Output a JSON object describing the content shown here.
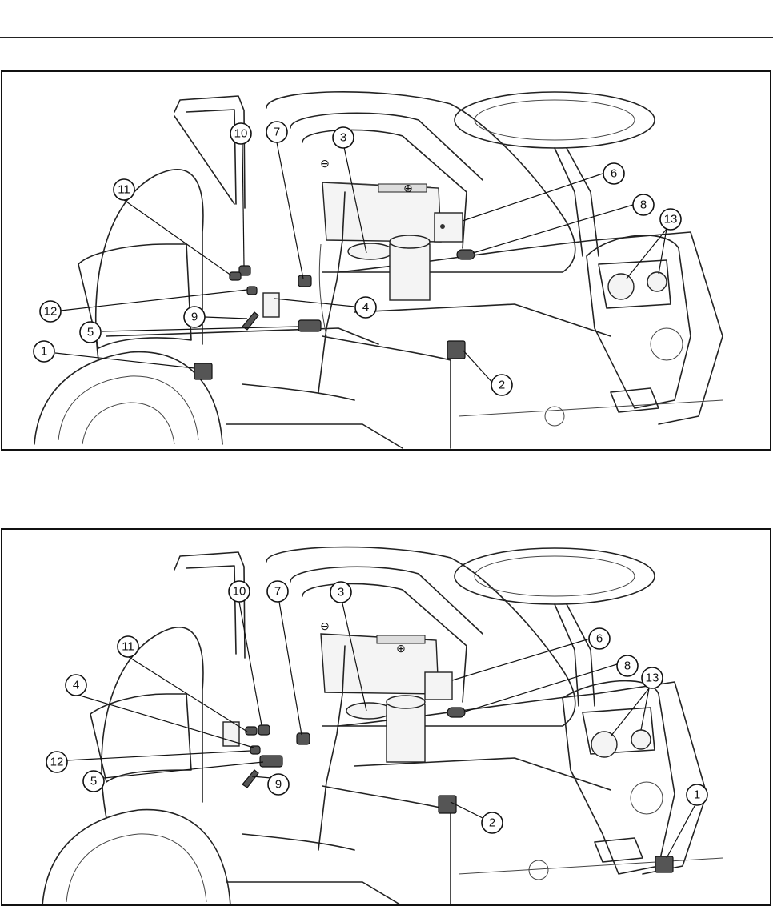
{
  "figures": [
    {
      "callouts": [
        "1",
        "2",
        "3",
        "4",
        "5",
        "6",
        "7",
        "8",
        "9",
        "10",
        "11",
        "12",
        "13"
      ],
      "terminals": {
        "negative": "⊖",
        "positive": "⊕"
      }
    },
    {
      "callouts": [
        "1",
        "2",
        "3",
        "4",
        "5",
        "6",
        "7",
        "8",
        "9",
        "10",
        "11",
        "12",
        "13"
      ],
      "terminals": {
        "negative": "⊖",
        "positive": "⊕"
      }
    }
  ]
}
